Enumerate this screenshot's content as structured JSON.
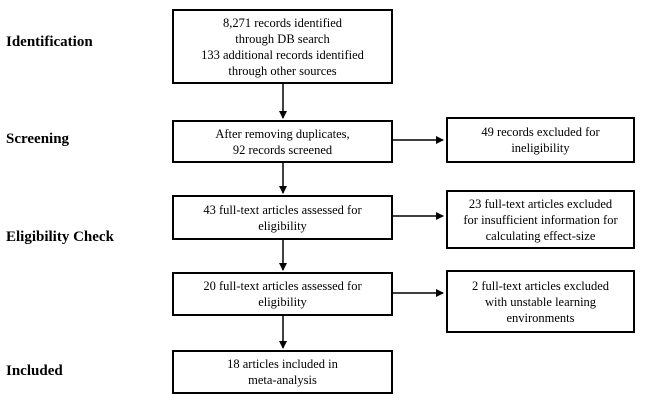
{
  "stages": {
    "identification": "Identification",
    "screening": "Screening",
    "eligibility": "Eligibility Check",
    "included": "Included"
  },
  "boxes": {
    "identified": [
      "8,271  records identified",
      "through  DB search",
      "133  additional  records identified",
      "through other sources"
    ],
    "screened": [
      "After removing duplicates,",
      "92 records screened"
    ],
    "excluded_ineligible": [
      "49 records excluded  for",
      "ineligibility"
    ],
    "assessed_1": [
      "43 full-text  articles assessed for",
      "eligibility"
    ],
    "excluded_effect_size": [
      "23 full-text  articles excluded",
      "for insufficient information  for",
      "calculating  effect-size"
    ],
    "assessed_2": [
      "20 full-text  articles assessed for",
      "eligibility"
    ],
    "excluded_unstable": [
      "2 full-text  articles excluded",
      "with unstable learning",
      "environments"
    ],
    "included": [
      "18 articles included in",
      "meta-analysis"
    ]
  }
}
